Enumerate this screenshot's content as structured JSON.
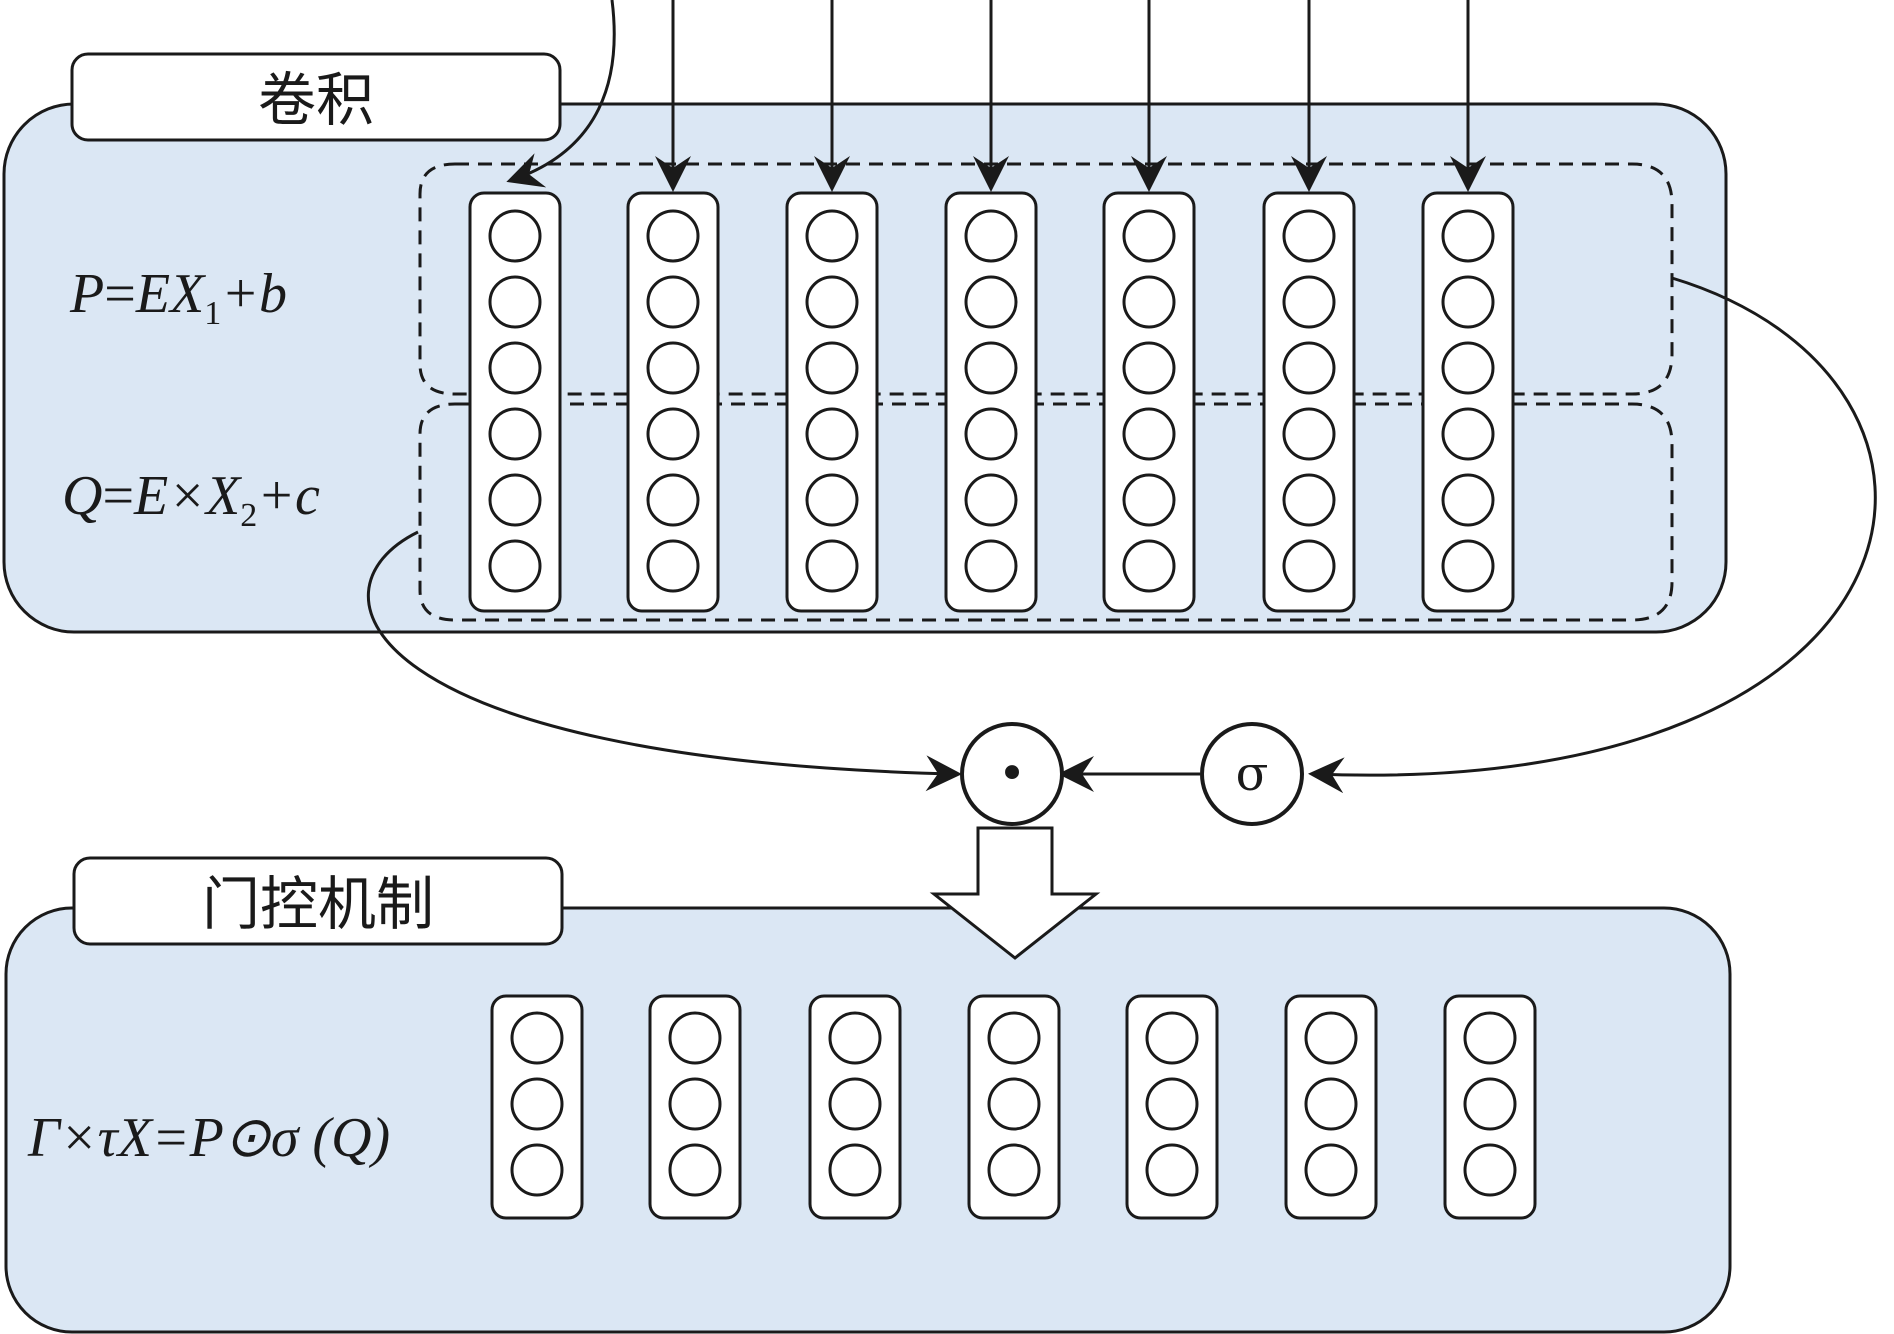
{
  "conv_panel": {
    "title": "卷积",
    "eq_p": {
      "lhs": "P",
      "eq": "=",
      "body": "EX",
      "sub": "1",
      "tail": "+b"
    },
    "eq_q": {
      "lhs": "Q",
      "eq": "=",
      "body": "E×X",
      "sub": "2",
      "tail": "+c"
    },
    "columns": 7,
    "nodes_per_column": 6
  },
  "gate_panel": {
    "title": "门控机制",
    "equation": "Γ×τX=P⊙σ (Q)",
    "columns": 7,
    "nodes_per_column": 3
  },
  "operators": {
    "multiply_symbol": "•",
    "sigma_symbol": "σ"
  },
  "colors": {
    "panel_fill": "#dbe7f4",
    "stroke": "#1a1a1a"
  }
}
